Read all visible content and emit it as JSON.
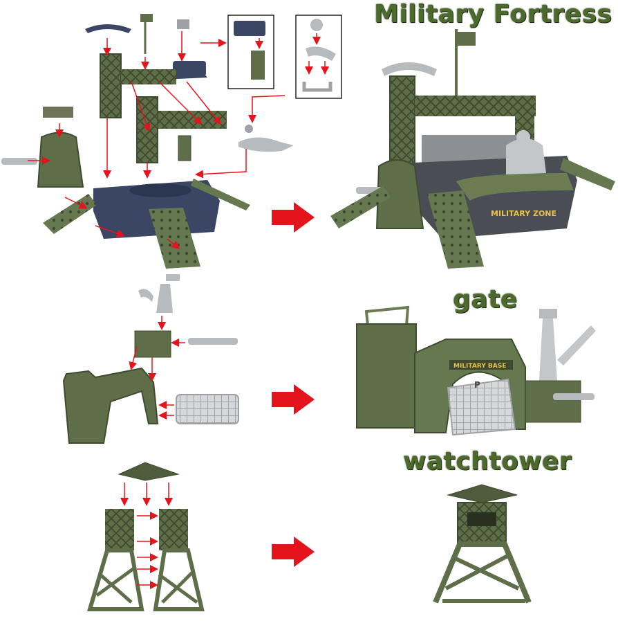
{
  "sections": [
    {
      "title": "Military Fortress",
      "decal": "MILITARY ZONE"
    },
    {
      "title": "gate",
      "decal": "MILITARY BASE",
      "gate_badge": "P"
    },
    {
      "title": "watchtower"
    }
  ],
  "colors": {
    "army_green": "#5d6e48",
    "army_green_dark": "#45523a",
    "navy": "#3a4663",
    "gray_part": "#b8bbbe",
    "arrow_red": "#e3141b",
    "title_green": "#4b6a2c"
  },
  "icons": [
    "big-arrow-icon"
  ]
}
